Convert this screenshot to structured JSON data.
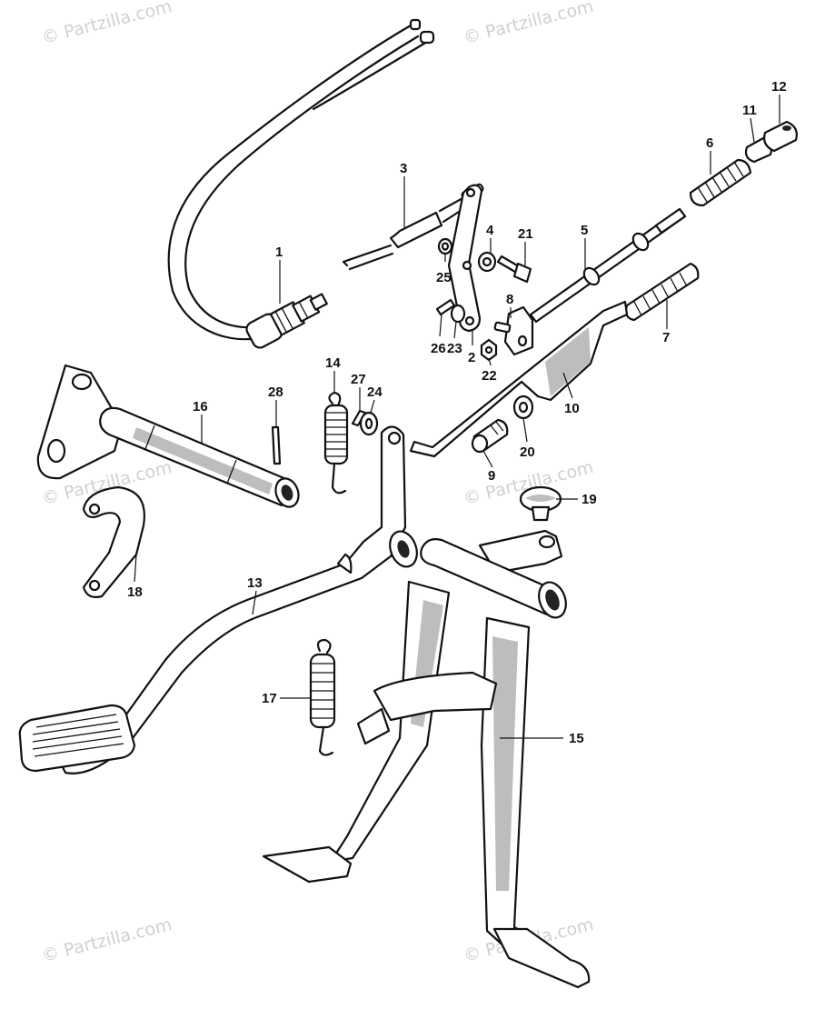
{
  "watermark": "© Partzilla.com",
  "callouts": [
    {
      "id": "1",
      "label": "1"
    },
    {
      "id": "2",
      "label": "2"
    },
    {
      "id": "3",
      "label": "3"
    },
    {
      "id": "4",
      "label": "4"
    },
    {
      "id": "5",
      "label": "5"
    },
    {
      "id": "6",
      "label": "6"
    },
    {
      "id": "7",
      "label": "7"
    },
    {
      "id": "8",
      "label": "8"
    },
    {
      "id": "9",
      "label": "9"
    },
    {
      "id": "10",
      "label": "10"
    },
    {
      "id": "11",
      "label": "11"
    },
    {
      "id": "12",
      "label": "12"
    },
    {
      "id": "13",
      "label": "13"
    },
    {
      "id": "14",
      "label": "14"
    },
    {
      "id": "15",
      "label": "15"
    },
    {
      "id": "16",
      "label": "16"
    },
    {
      "id": "17",
      "label": "17"
    },
    {
      "id": "18",
      "label": "18"
    },
    {
      "id": "19",
      "label": "19"
    },
    {
      "id": "20",
      "label": "20"
    },
    {
      "id": "21",
      "label": "21"
    },
    {
      "id": "22",
      "label": "22"
    },
    {
      "id": "23",
      "label": "23"
    },
    {
      "id": "24",
      "label": "24"
    },
    {
      "id": "25",
      "label": "25"
    },
    {
      "id": "26",
      "label": "26"
    },
    {
      "id": "27",
      "label": "27"
    },
    {
      "id": "28",
      "label": "28"
    }
  ]
}
